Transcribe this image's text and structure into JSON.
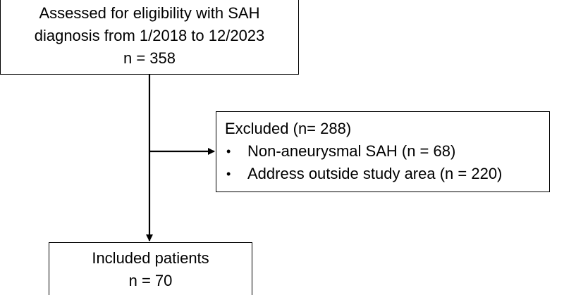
{
  "assessed": {
    "line1": "Assessed for eligibility with SAH",
    "line2": "diagnosis from 1/2018 to 12/2023",
    "count": "n = 358"
  },
  "excluded": {
    "title": "Excluded (n= 288)",
    "items": [
      "Non-aneurysmal SAH (n = 68)",
      "Address outside study area (n = 220)"
    ]
  },
  "included": {
    "title": "Included patients",
    "count": "n = 70"
  },
  "bullet_glyph": "•"
}
